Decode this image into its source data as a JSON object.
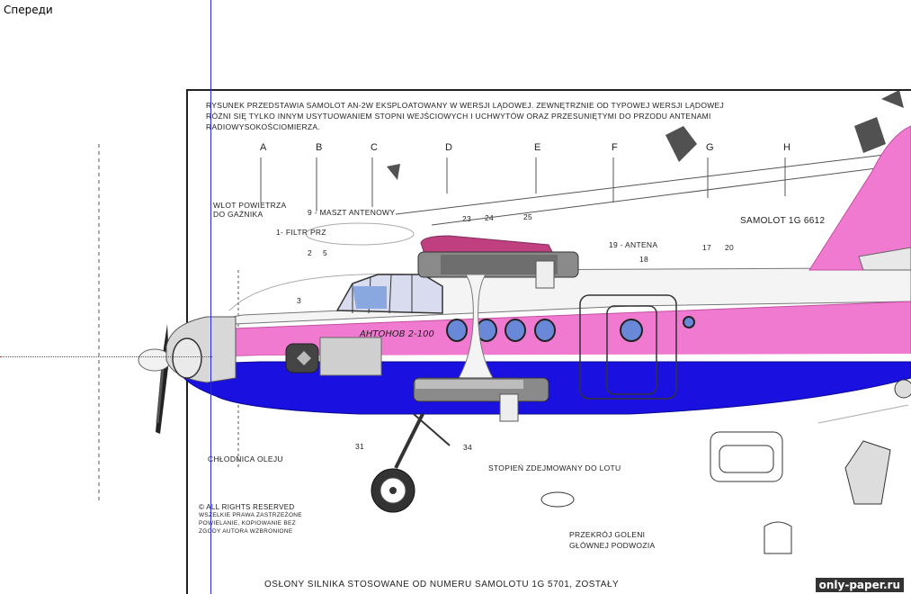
{
  "viewport": {
    "view_label": "Спереди"
  },
  "sheet": {
    "intro_lines": [
      "RYSUNEK PRZEDSTAWIA SAMOLOT AN-2W EKSPLOATOWANY W WERSJI LĄDOWEJ. ZEWNĘTRZNIE OD TYPOWEJ WERSJI LĄDOWEJ",
      "RÓŻNI SIĘ TYLKO INNYM USYTUOWANIEM STOPNI WEJŚCIOWYCH I UCHWYTÓW ORAZ PRZESUNIĘTYMI DO PRZODU ANTENAMI",
      "RADIOWYSOKOŚCIOMIERZA."
    ],
    "section_letters": [
      "A",
      "B",
      "C",
      "D",
      "E",
      "F",
      "G",
      "H"
    ],
    "callouts": {
      "wlot": "WLOT POWIETRZA",
      "wlot2": "DO GAŹNIKA",
      "maszt": "9 - MASZT ANTENOWY",
      "filtr": "1- FILTR PRZ",
      "antena": "19 - ANTENA",
      "samolot": "SAMOLOT 1G 6612",
      "chlodnica": "CHŁODNICA OLEJU",
      "stopien": "STOPIEŃ ZDEJMOWANY DO LOTU",
      "przekroj1": "PRZEKRÓJ GOLENI",
      "przekroj2": "GŁÓWNEJ PODWOZIA",
      "rights1": "© ALL RIGHTS RESERVED",
      "rights2": "WSZELKIE PRAWA ZASTRZEŻONE",
      "rights3": "POWIELANIE, KOPIOWANIE BEZ",
      "rights4": "ZGODY AUTORA WZBRONIONE",
      "n23": "23",
      "n24": "24",
      "n25": "25",
      "n2": "2",
      "n5": "5",
      "n3": "3",
      "n17": "17",
      "n20": "20",
      "n18": "18",
      "n31": "31",
      "n34": "34"
    },
    "footer": "OSŁONY SILNIKA  STOSOWANE OD NUMERU SAMOLOTU 1G 5701, ZOSTAŁY"
  },
  "aircraft": {
    "nose_lettering": "АНТОНОВ 2-100",
    "colors": {
      "pink": "#f07ad0",
      "blue": "#1a10e0",
      "white": "#ffffff",
      "magenta_top": "#c0407f",
      "grey": "#8a8a8a"
    }
  },
  "watermark": "only-paper.ru"
}
